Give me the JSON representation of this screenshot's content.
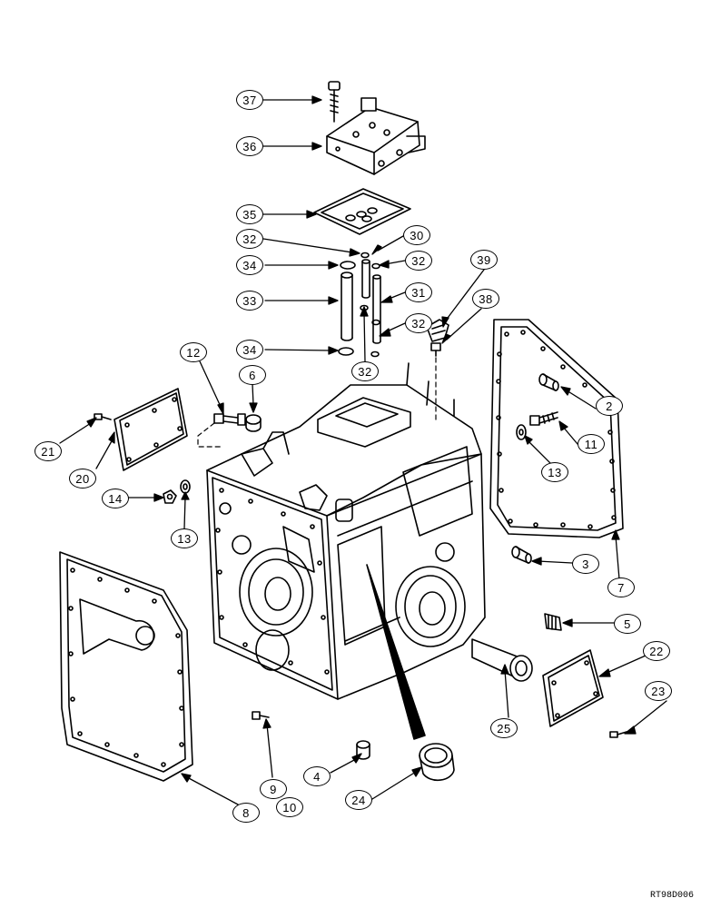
{
  "drawing_code": "RT98D006",
  "callouts": [
    "37",
    "36",
    "35",
    "32",
    "30",
    "34",
    "32",
    "33",
    "31",
    "39",
    "38",
    "34",
    "32",
    "32",
    "12",
    "6",
    "2",
    "11",
    "21",
    "20",
    "13",
    "14",
    "13",
    "3",
    "7",
    "5",
    "22",
    "23",
    "25",
    "4",
    "24",
    "9",
    "10",
    "8"
  ],
  "colors": {
    "line": "#000000",
    "background": "#ffffff"
  }
}
